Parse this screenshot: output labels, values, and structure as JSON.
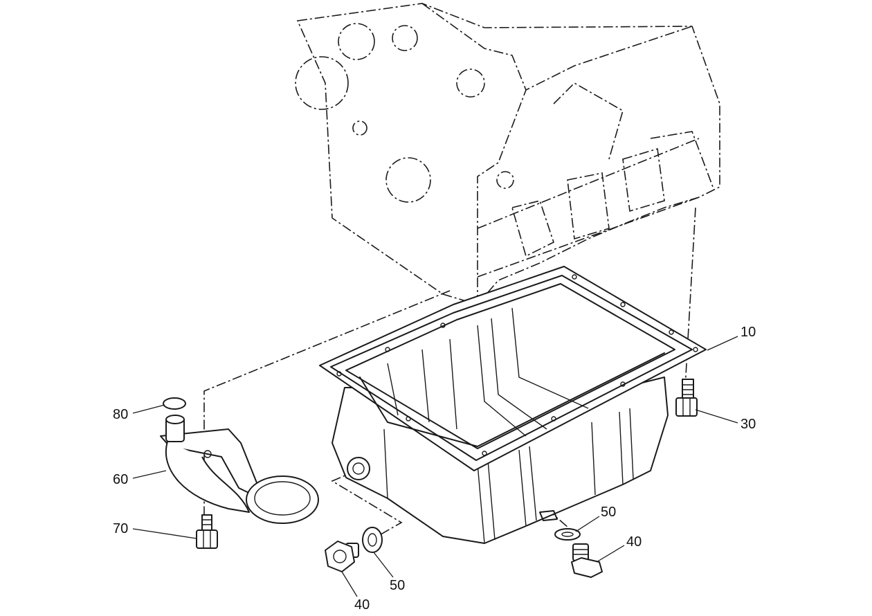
{
  "callouts": [
    {
      "id": "c10",
      "label": "10"
    },
    {
      "id": "c30",
      "label": "30"
    },
    {
      "id": "c40a",
      "label": "40"
    },
    {
      "id": "c40b",
      "label": "40"
    },
    {
      "id": "c50a",
      "label": "50"
    },
    {
      "id": "c50b",
      "label": "50"
    },
    {
      "id": "c60",
      "label": "60"
    },
    {
      "id": "c70",
      "label": "70"
    },
    {
      "id": "c80",
      "label": "80"
    }
  ]
}
